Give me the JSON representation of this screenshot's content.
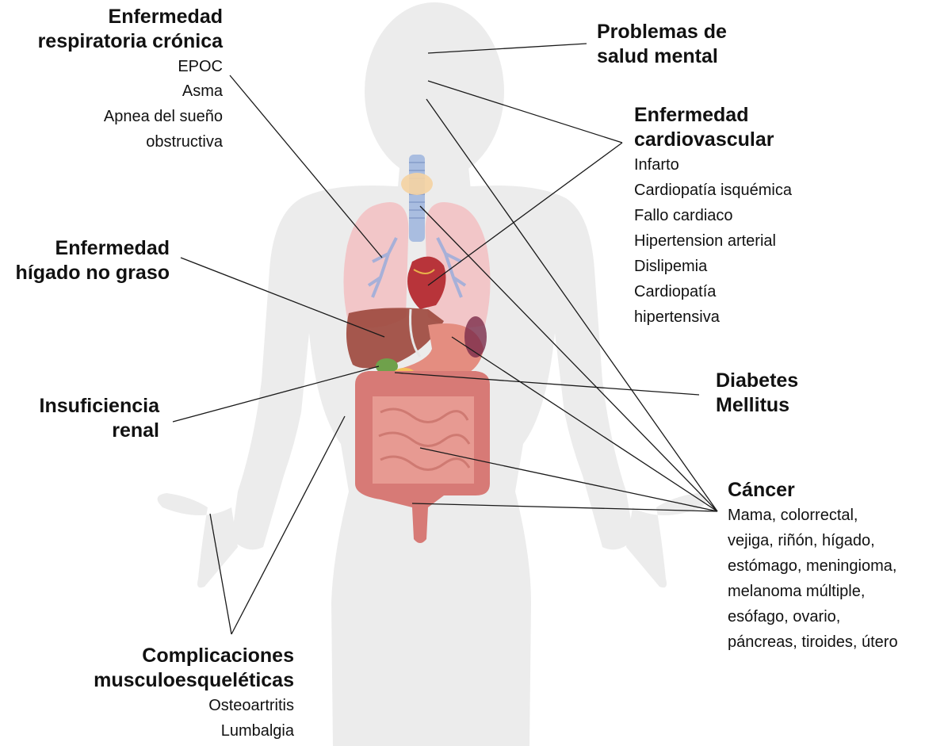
{
  "labels": {
    "respiratory": {
      "title": [
        "Enfermedad",
        "respiratoria crónica"
      ],
      "items": [
        "EPOC",
        "Asma",
        "Apnea del sueño",
        "obstructiva"
      ]
    },
    "mental": {
      "title": [
        "Problemas de",
        "salud mental"
      ]
    },
    "cardio": {
      "title": [
        "Enfermedad",
        "cardiovascular"
      ],
      "items": [
        "Infarto",
        "Cardiopatía isquémica",
        "Fallo cardiaco",
        "Hipertension arterial",
        "Dislipemia",
        "Cardiopatía",
        "hipertensiva"
      ]
    },
    "liver": {
      "title": [
        "Enfermedad",
        "hígado no graso"
      ]
    },
    "diabetes": {
      "title": [
        "Diabetes",
        "Mellitus"
      ]
    },
    "renal": {
      "title": [
        "Insuficiencia",
        "renal"
      ]
    },
    "cancer": {
      "title": [
        "Cáncer"
      ],
      "items": [
        "Mama, colorrectal,",
        "vejiga, riñón, hígado,",
        "estómago, meningioma,",
        "melanoma múltiple,",
        "esófago, ovario,",
        "páncreas, tiroides, útero"
      ]
    },
    "musculo": {
      "title": [
        "Complicaciones",
        "musculoesqueléticas"
      ],
      "items": [
        "Osteoartritis",
        "Lumbalgia"
      ]
    }
  },
  "colors": {
    "body": "#ececec",
    "lung": "#f2c4c6",
    "lung_vessel": "#a7b0d8",
    "trachea": "#a9bde0",
    "thyroid": "#f5d3a2",
    "heart": "#b8343a",
    "liver": "#9e4a3f",
    "stomach": "#e48d80",
    "intestine": "#e79a92",
    "colon": "#d77a76",
    "leader_line": "#1a1a1a"
  }
}
